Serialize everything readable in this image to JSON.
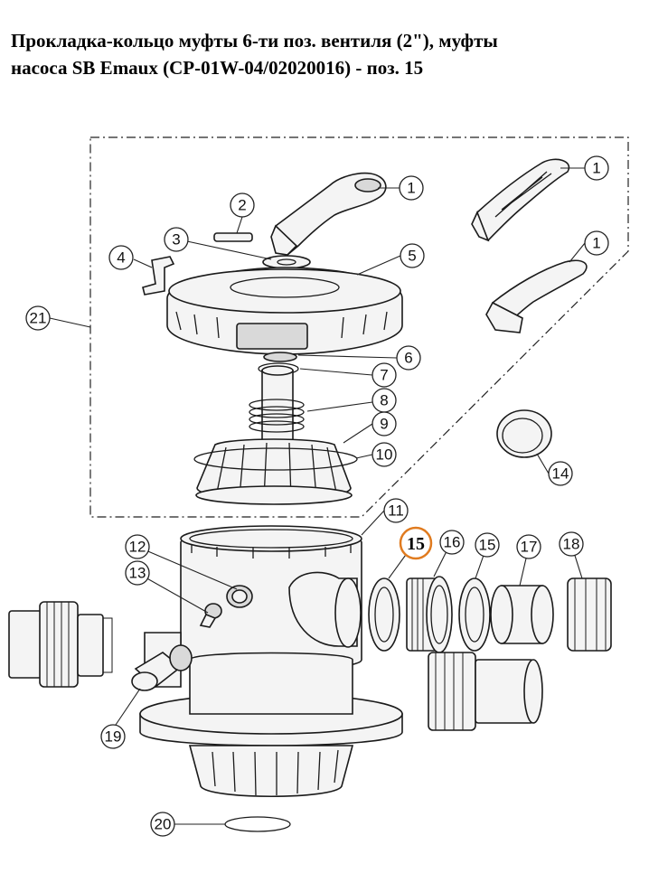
{
  "title": {
    "line1": "Прокладка-кольцо муфты 6-ти поз. вентиля (2\"), муфты",
    "line2": "насоса SB Emaux (CP-01W-04/02020016) - поз. 15"
  },
  "callouts": {
    "c1a": "1",
    "c1b": "1",
    "c1c": "1",
    "c2": "2",
    "c3": "3",
    "c4": "4",
    "c5": "5",
    "c6": "6",
    "c7": "7",
    "c8": "8",
    "c9": "9",
    "c10": "10",
    "c11": "11",
    "c12": "12",
    "c13": "13",
    "c14": "14",
    "c15_highlight": "15",
    "c15": "15",
    "c16": "16",
    "c17": "17",
    "c18": "18",
    "c19": "19",
    "c20": "20",
    "c21": "21"
  },
  "colors": {
    "highlight": "#e07b1f"
  }
}
